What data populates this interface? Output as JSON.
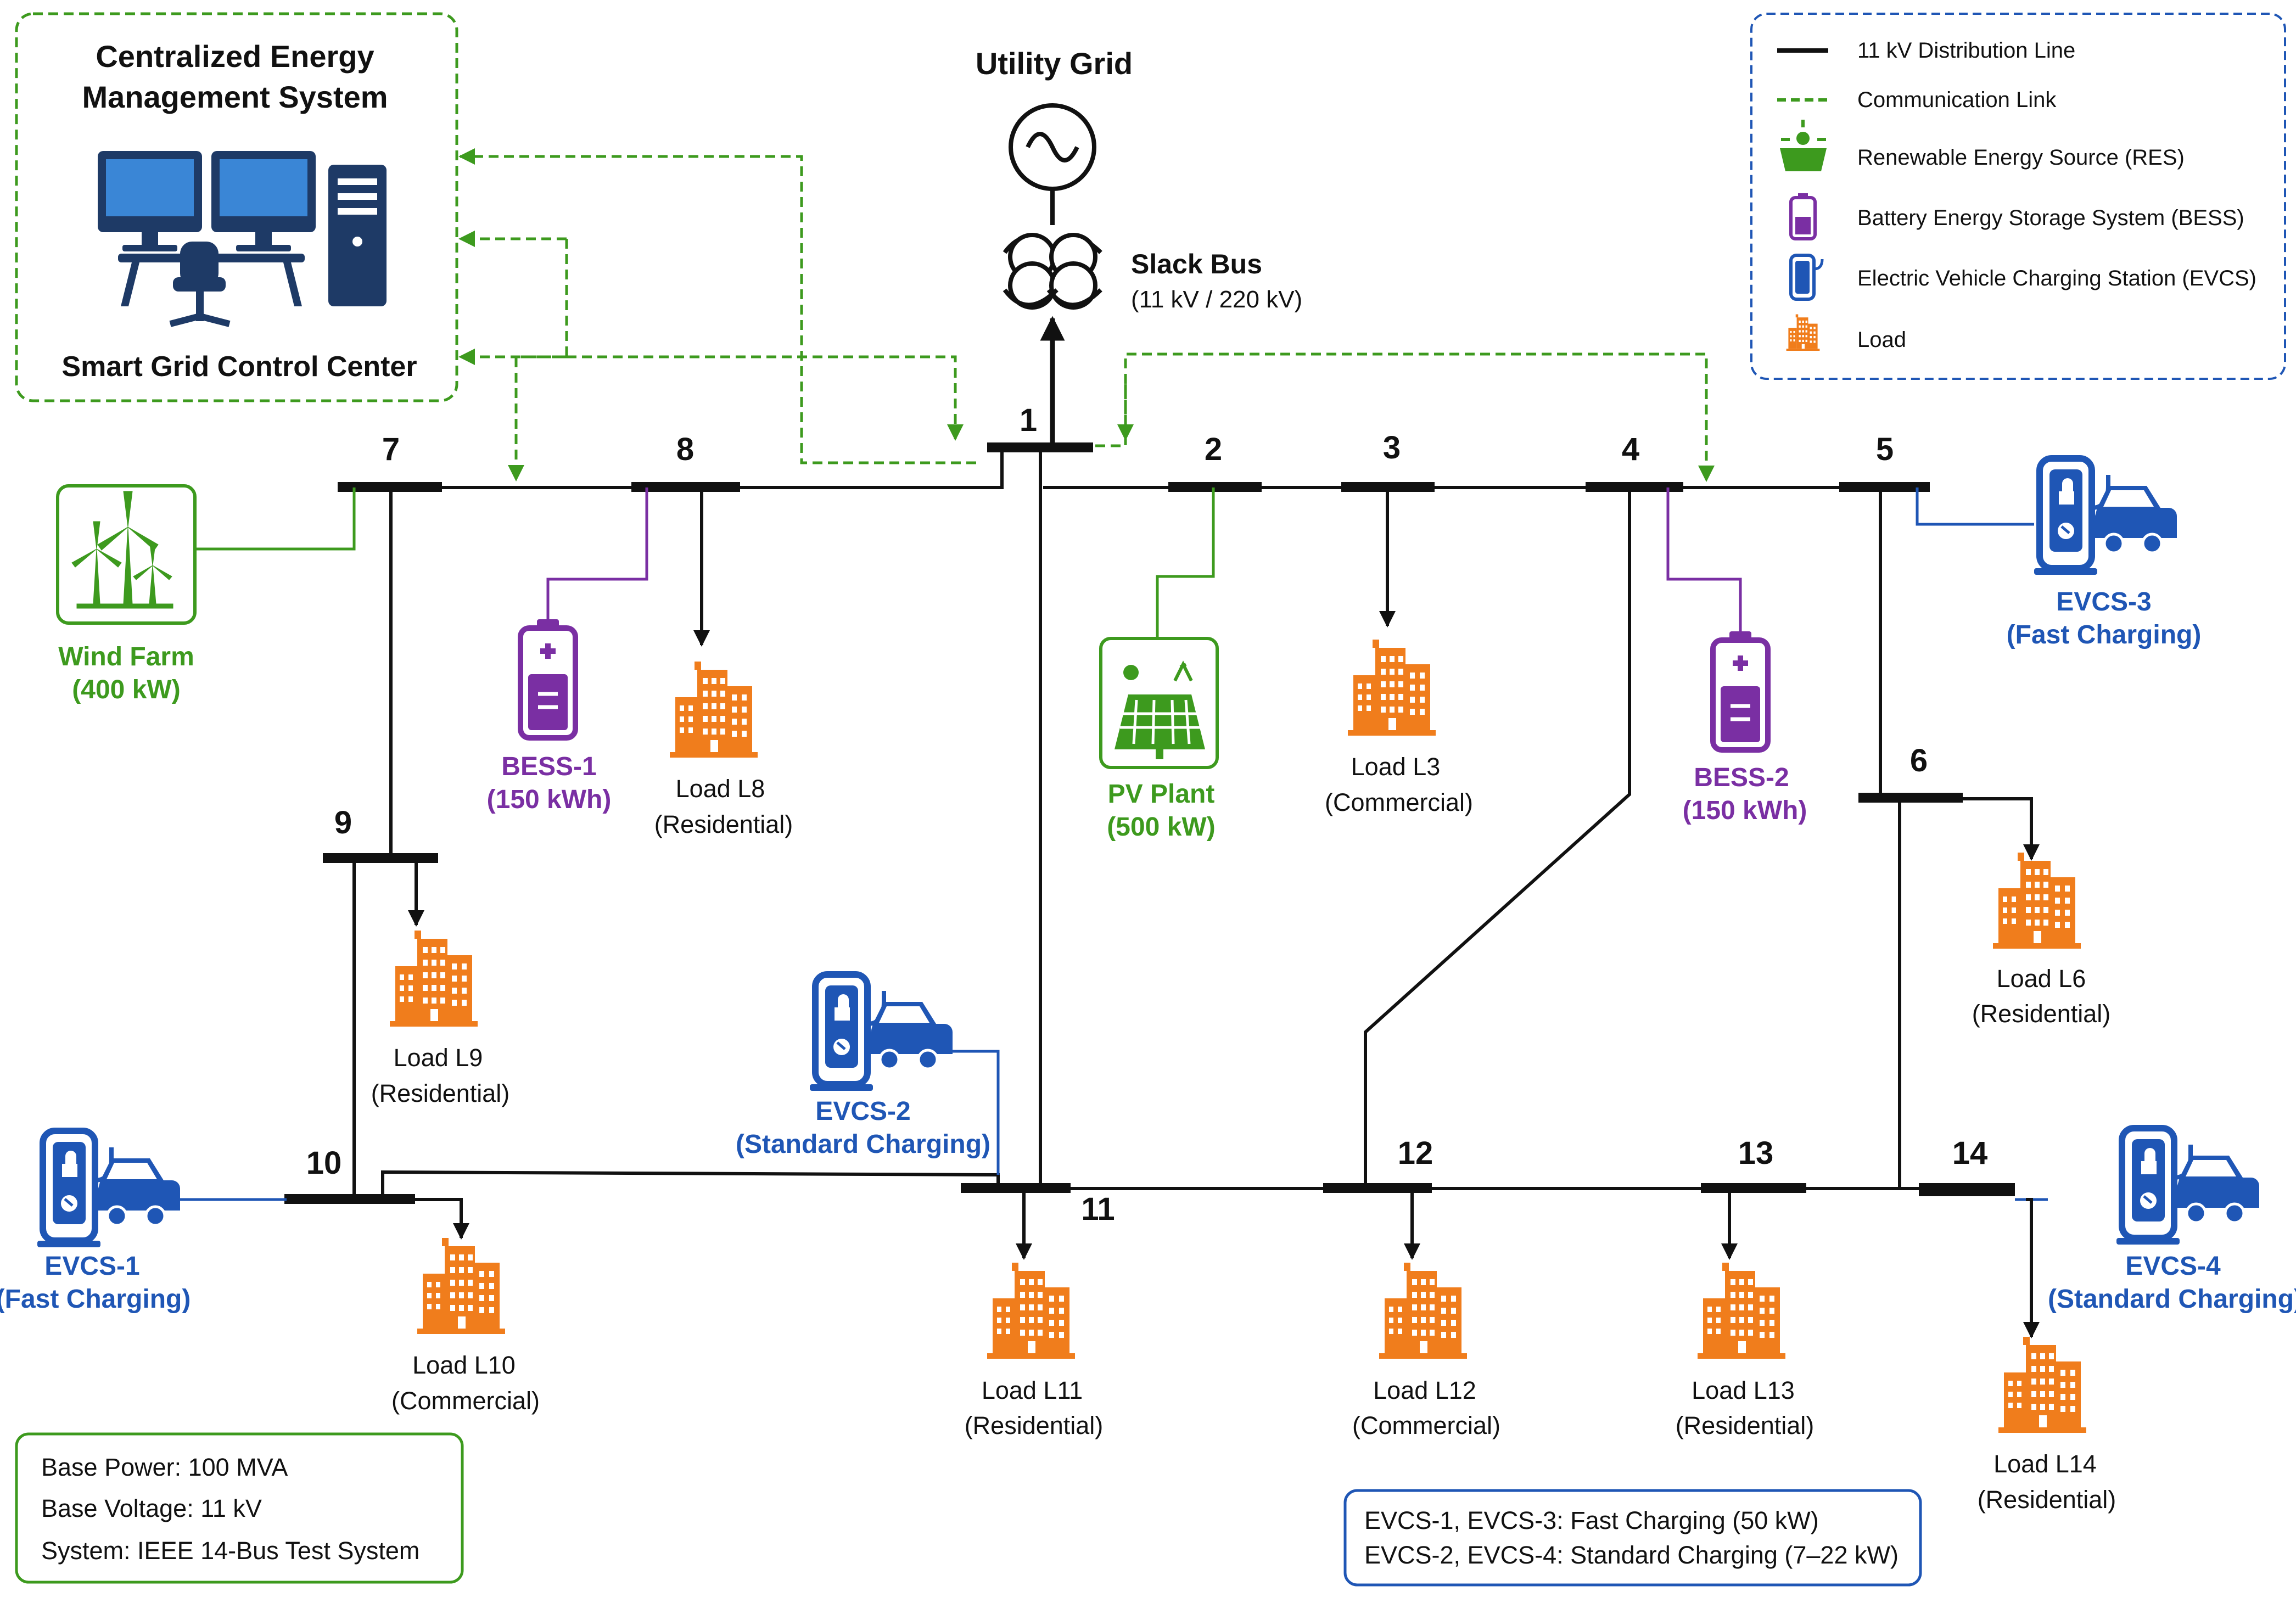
{
  "control_center": {
    "title_line1": "Centralized Energy",
    "title_line2": "Management System",
    "subtitle": "Smart Grid Control Center"
  },
  "utility": {
    "title": "Utility Grid",
    "slack_label": "Slack Bus",
    "slack_voltage": "(11 kV / 220 kV)"
  },
  "buses": [
    "1",
    "2",
    "3",
    "4",
    "5",
    "6",
    "7",
    "8",
    "9",
    "10",
    "11",
    "12",
    "13",
    "14"
  ],
  "wind": {
    "name": "Wind Farm",
    "rating": "(400 kW)"
  },
  "pv": {
    "name": "PV Plant",
    "rating": "(500 kW)"
  },
  "bess1": {
    "name": "BESS-1",
    "rating": "(150 kWh)"
  },
  "bess2": {
    "name": "BESS-2",
    "rating": "(150 kWh)"
  },
  "evcs1": {
    "name": "EVCS-1",
    "type": "(Fast Charging)"
  },
  "evcs2": {
    "name": "EVCS-2",
    "type": "(Standard Charging)"
  },
  "evcs3": {
    "name": "EVCS-3",
    "type": "(Fast Charging)"
  },
  "evcs4": {
    "name": "EVCS-4",
    "type": "(Standard Charging)"
  },
  "loads": {
    "L3": {
      "name": "Load L3",
      "type": "(Commercial)"
    },
    "L6": {
      "name": "Load L6",
      "type": "(Residential)"
    },
    "L8": {
      "name": "Load L8",
      "type": "(Residential)"
    },
    "L9": {
      "name": "Load L9",
      "type": "(Residential)"
    },
    "L10": {
      "name": "Load L10",
      "type": "(Commercial)"
    },
    "L11": {
      "name": "Load L11",
      "type": "(Residential)"
    },
    "L12": {
      "name": "Load L12",
      "type": "(Commercial)"
    },
    "L13": {
      "name": "Load L13",
      "type": "(Residential)"
    },
    "L14": {
      "name": "Load L14",
      "type": "(Residential)"
    }
  },
  "legend": {
    "items": [
      "11 kV Distribution Line",
      "Communication Link",
      "Renewable Energy Source (RES)",
      "Battery Energy Storage System (BESS)",
      "Electric Vehicle Charging Station (EVCS)",
      "Load"
    ]
  },
  "system_info": {
    "lines": [
      "Base Power: 100 MVA",
      "Base Voltage: 11 kV",
      "System: IEEE 14-Bus Test System"
    ]
  },
  "evcs_note": {
    "lines": [
      "EVCS-1, EVCS-3: Fast Charging (50 kW)",
      "EVCS-2, EVCS-4: Standard Charging (7–22 kW)"
    ]
  },
  "colors": {
    "line": "#111111",
    "communication": "#3d9a1e",
    "res": "#3d9a1e",
    "bess": "#7a2fa3",
    "evcs": "#1f56b5",
    "load": "#f07d1c"
  }
}
